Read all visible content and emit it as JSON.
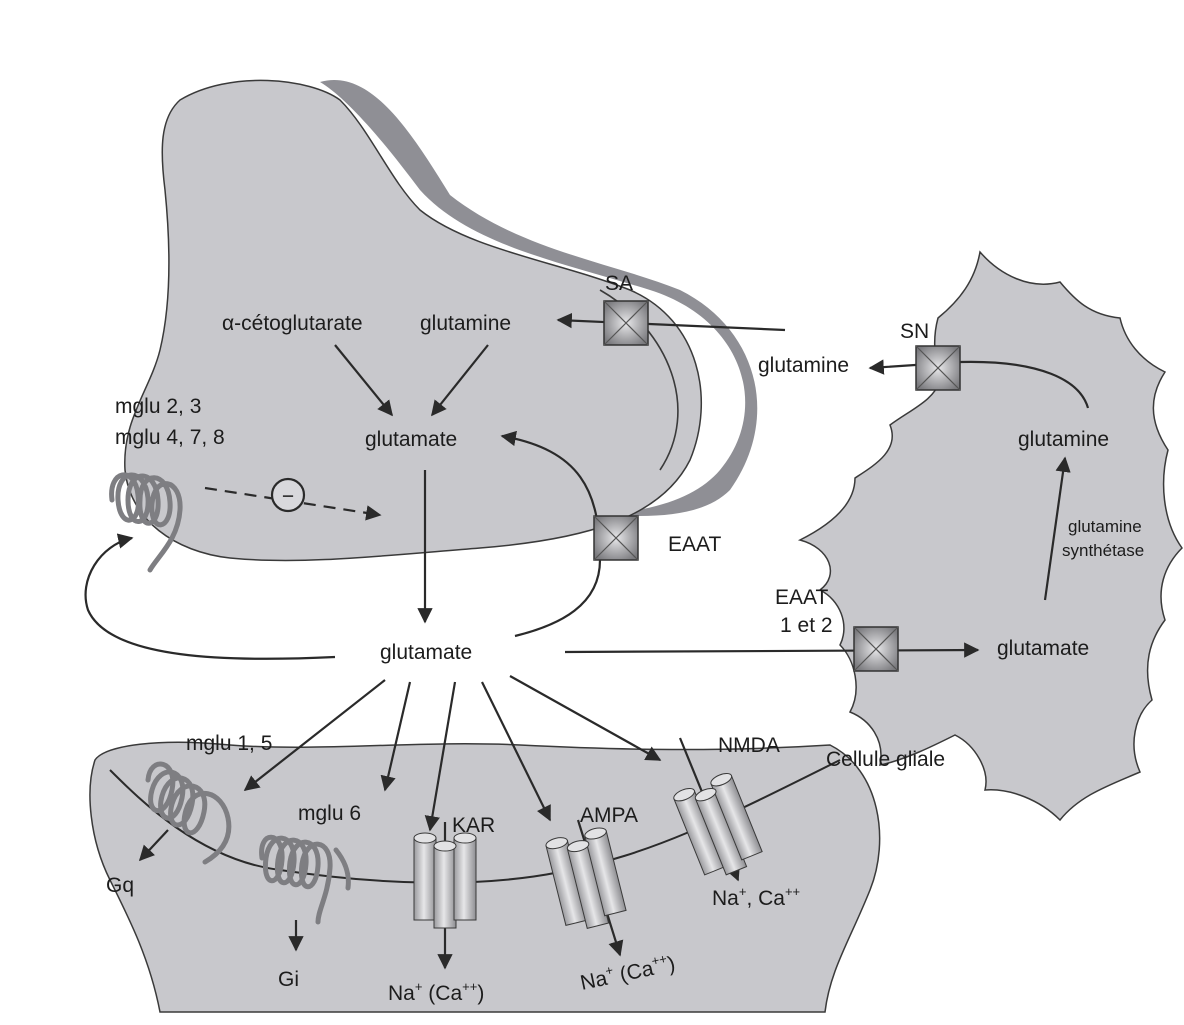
{
  "presynaptic": {
    "alpha_ketoglutarate": "α-cétoglutarate",
    "glutamine": "glutamine",
    "glutamate": "glutamate",
    "autoreceptor_line1": "mglu 2, 3",
    "autoreceptor_line2": "mglu 4, 7, 8",
    "inhibition_symbol": "−"
  },
  "transporters": {
    "sa": "SA",
    "sn": "SN",
    "eaat": "EAAT",
    "eaat_glial_line1": "EAAT",
    "eaat_glial_line2": "1 et 2"
  },
  "synaptic_cleft": {
    "glutamate": "glutamate"
  },
  "glial_cell": {
    "name": "Cellule gliale",
    "glutamine_out": "glutamine",
    "glutamine": "glutamine",
    "enzyme_line1": "glutamine",
    "enzyme_line2": "synthétase",
    "glutamate": "glutamate"
  },
  "postsynaptic": {
    "mglu15": "mglu 1, 5",
    "gq": "Gq",
    "mglu6": "mglu 6",
    "gi": "Gi",
    "kar": "KAR",
    "kar_ions_base": "Na",
    "kar_ions_rest": " (Ca",
    "kar_ions_end": ")",
    "ampa": "AMPA",
    "ampa_ions_base": "Na",
    "ampa_ions_rest": " (Ca",
    "ampa_ions_end": ")",
    "nmda": "NMDA",
    "nmda_ions_base": "Na",
    "nmda_ions_rest": ", Ca",
    "sup_plus": "+",
    "sup_plusplus": "++"
  },
  "colors": {
    "cell_fill": "#c9c9cd",
    "cell_shadow": "#9c9ca2",
    "membrane": "#333333",
    "receptor": "#808084",
    "transporter": "#8a8a8e"
  }
}
